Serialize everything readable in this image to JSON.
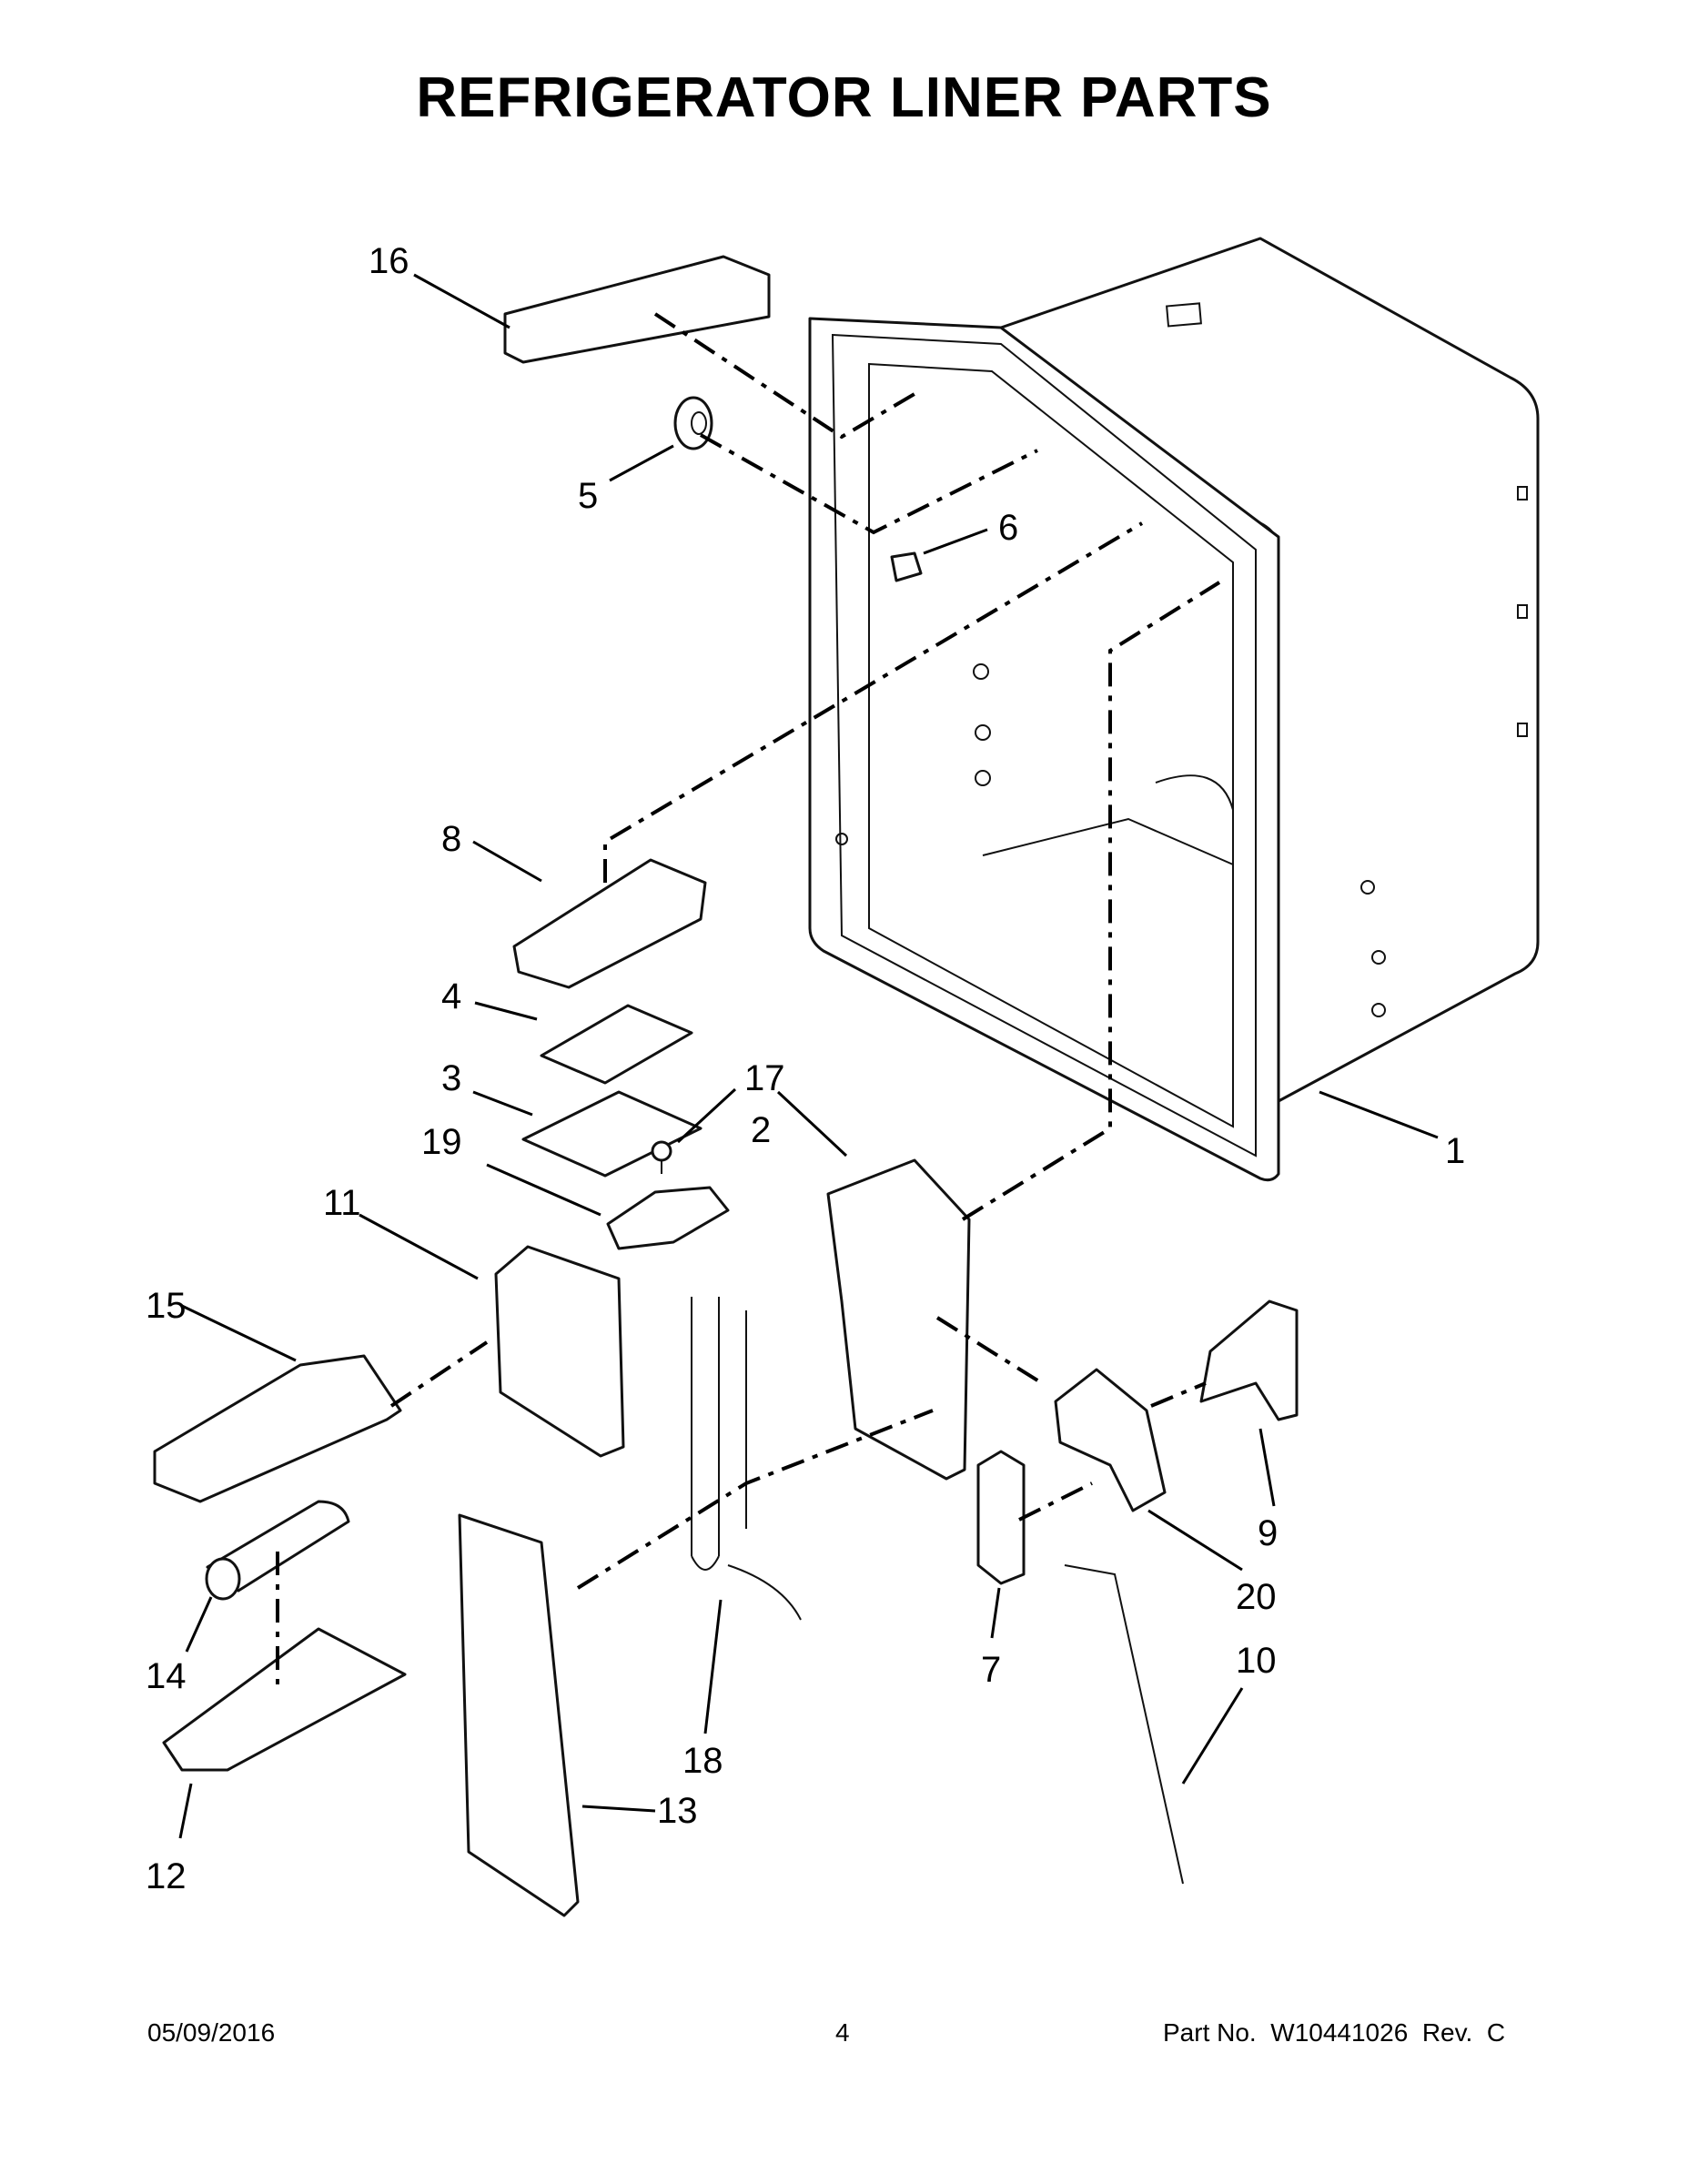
{
  "title": "REFRIGERATOR LINER PARTS",
  "callouts": [
    {
      "id": "16",
      "label": "16"
    },
    {
      "id": "5",
      "label": "5"
    },
    {
      "id": "6",
      "label": "6"
    },
    {
      "id": "8",
      "label": "8"
    },
    {
      "id": "4",
      "label": "4"
    },
    {
      "id": "3",
      "label": "3"
    },
    {
      "id": "17",
      "label": "17"
    },
    {
      "id": "2",
      "label": "2"
    },
    {
      "id": "19",
      "label": "19"
    },
    {
      "id": "1",
      "label": "1"
    },
    {
      "id": "11",
      "label": "11"
    },
    {
      "id": "15",
      "label": "15"
    },
    {
      "id": "9",
      "label": "9"
    },
    {
      "id": "20",
      "label": "20"
    },
    {
      "id": "14",
      "label": "14"
    },
    {
      "id": "7",
      "label": "7"
    },
    {
      "id": "10",
      "label": "10"
    },
    {
      "id": "18",
      "label": "18"
    },
    {
      "id": "13",
      "label": "13"
    },
    {
      "id": "12",
      "label": "12"
    }
  ],
  "footer": {
    "date": "05/09/2016",
    "page": "4",
    "part_no": "Part No.  W10441026  Rev.  C"
  }
}
